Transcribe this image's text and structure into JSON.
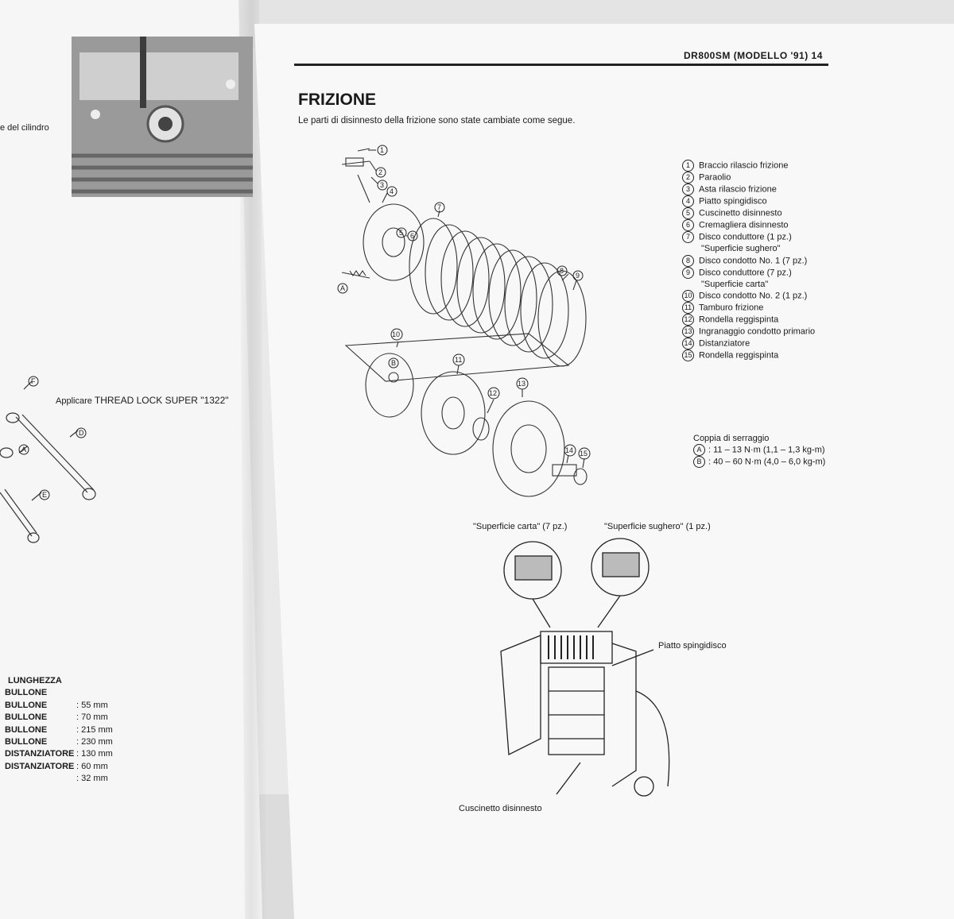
{
  "header": {
    "page_ref": "DR800SM (MODELLO '91)  14"
  },
  "section": {
    "title": "FRIZIONE",
    "intro": "Le parti di disinnesto della frizione sono state cambiate come segue."
  },
  "legend": [
    {
      "n": "1",
      "label": "Braccio rilascio frizione"
    },
    {
      "n": "2",
      "label": "Paraolio"
    },
    {
      "n": "3",
      "label": "Asta rilascio frizione"
    },
    {
      "n": "4",
      "label": "Piatto spingidisco"
    },
    {
      "n": "5",
      "label": "Cuscinetto disinnesto"
    },
    {
      "n": "6",
      "label": "Cremagliera disinnesto"
    },
    {
      "n": "7",
      "label": "Disco conduttore (1 pz.)"
    },
    {
      "n": "",
      "label": "\"Superficie sughero\""
    },
    {
      "n": "8",
      "label": "Disco condotto No. 1 (7 pz.)"
    },
    {
      "n": "9",
      "label": "Disco conduttore (7 pz.)"
    },
    {
      "n": "",
      "label": "\"Superficie carta\""
    },
    {
      "n": "10",
      "label": "Disco condotto No. 2 (1 pz.)"
    },
    {
      "n": "11",
      "label": "Tamburo frizione"
    },
    {
      "n": "12",
      "label": "Rondella reggispinta"
    },
    {
      "n": "13",
      "label": "Ingranaggio condotto primario"
    },
    {
      "n": "14",
      "label": "Distanziatore"
    },
    {
      "n": "15",
      "label": "Rondella reggispinta"
    }
  ],
  "torque": {
    "title": "Coppia di serraggio",
    "rows": [
      {
        "letter": "A",
        "value": ": 11 – 13 N·m (1,1 – 1,3 kg-m)"
      },
      {
        "letter": "B",
        "value": ": 40 – 60 N·m (4,0 – 6,0 kg-m)"
      }
    ]
  },
  "diagram_labels": {
    "callout_A": "A",
    "callout_B": "B",
    "carta": "\"Superficie carta\" (7 pz.)",
    "sughero": "\"Superficie sughero\" (1 pz.)",
    "piatto": "Piatto spingidisco",
    "cuscinetto": "Cuscinetto disinnesto"
  },
  "left_page": {
    "cylinder_caption": "e del cilindro",
    "thread_lock_prefix": "Applicare",
    "thread_lock": "THREAD LOCK SUPER \"1322\"",
    "lunghezza_title": "LUNGHEZZA",
    "lengths": [
      {
        "label": "BULLONE",
        "value": ""
      },
      {
        "label": "BULLONE",
        "value": ": 55 mm"
      },
      {
        "label": "BULLONE",
        "value": ": 70 mm"
      },
      {
        "label": "BULLONE",
        "value": ": 215 mm"
      },
      {
        "label": "BULLONE",
        "value": ": 230 mm"
      },
      {
        "label": "DISTANZIATORE",
        "value": ": 130 mm"
      },
      {
        "label": "DISTANZIATORE",
        "value": ": 60 mm"
      },
      {
        "label": "",
        "value": ": 32 mm"
      }
    ],
    "callouts": [
      "F",
      "D",
      "A",
      "E"
    ]
  }
}
